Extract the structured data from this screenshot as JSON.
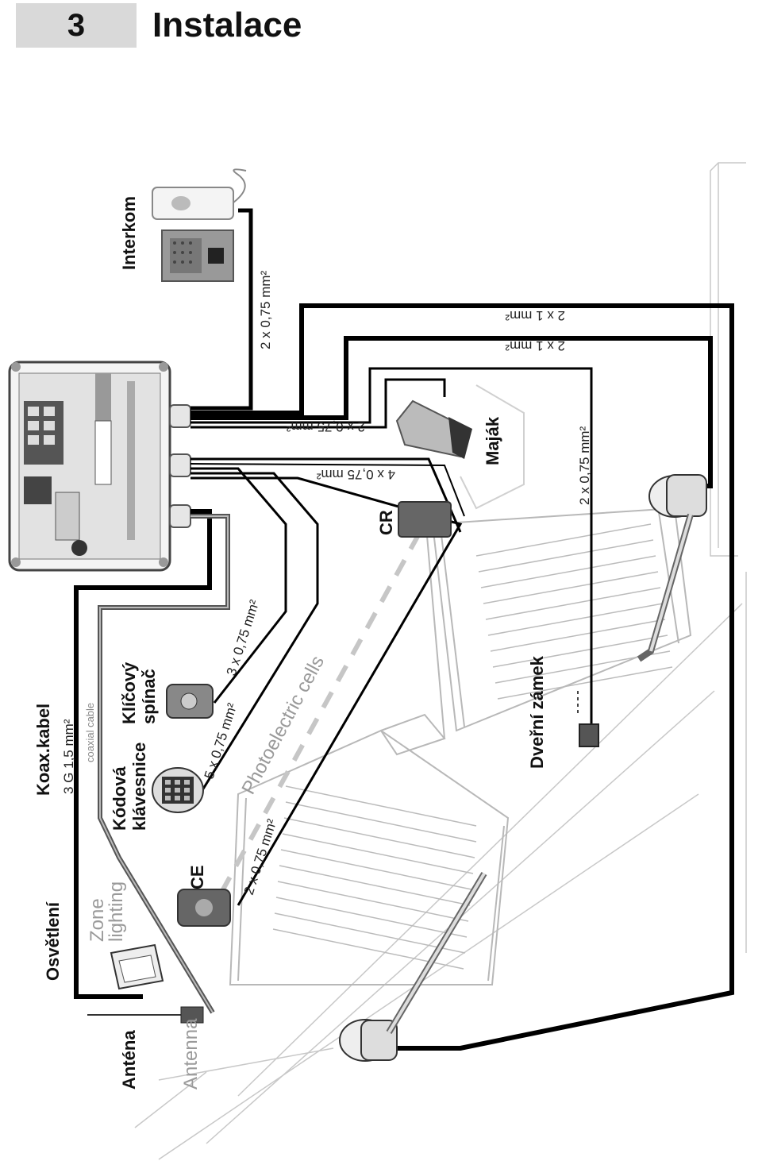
{
  "section": {
    "number": "3",
    "title": "Instalace"
  },
  "labels": {
    "interkom": "Interkom",
    "koax_kabel": "Koax.kabel",
    "klicovy_spinac_1": "Klíčový",
    "klicovy_spinac_2": "spínač",
    "kodova_klavesnice_1": "Kódová",
    "kodova_klavesnice_2": "klávesnice",
    "osvetleni": "Osvětlení",
    "antena": "Anténa",
    "majak": "Maják",
    "dverni_zamek": "Dveřní zámek",
    "cr": "CR",
    "ce": "CE"
  },
  "cables": {
    "interkom": "2 x 0,75 mm²",
    "motor_a": "2 x 1 mm²",
    "motor_b": "2 x 1 mm²",
    "majak": "2 x 0,75 mm²",
    "cr": "4 x 0,75 mm²",
    "zamek": "2 x 0,75 mm²",
    "klicovy": "3 x 0,75 mm²",
    "klavesnice": "5 x 0,75 mm²",
    "ce": "2 x 0,75 mm²",
    "osvetleni": "3 G 1,5 mm²",
    "coax": "coaxial cable"
  },
  "english": {
    "photocells": "Photoelectric cells",
    "zone_lighting_1": "Zone",
    "zone_lighting_2": "lighting",
    "antenna": "Antenna"
  }
}
